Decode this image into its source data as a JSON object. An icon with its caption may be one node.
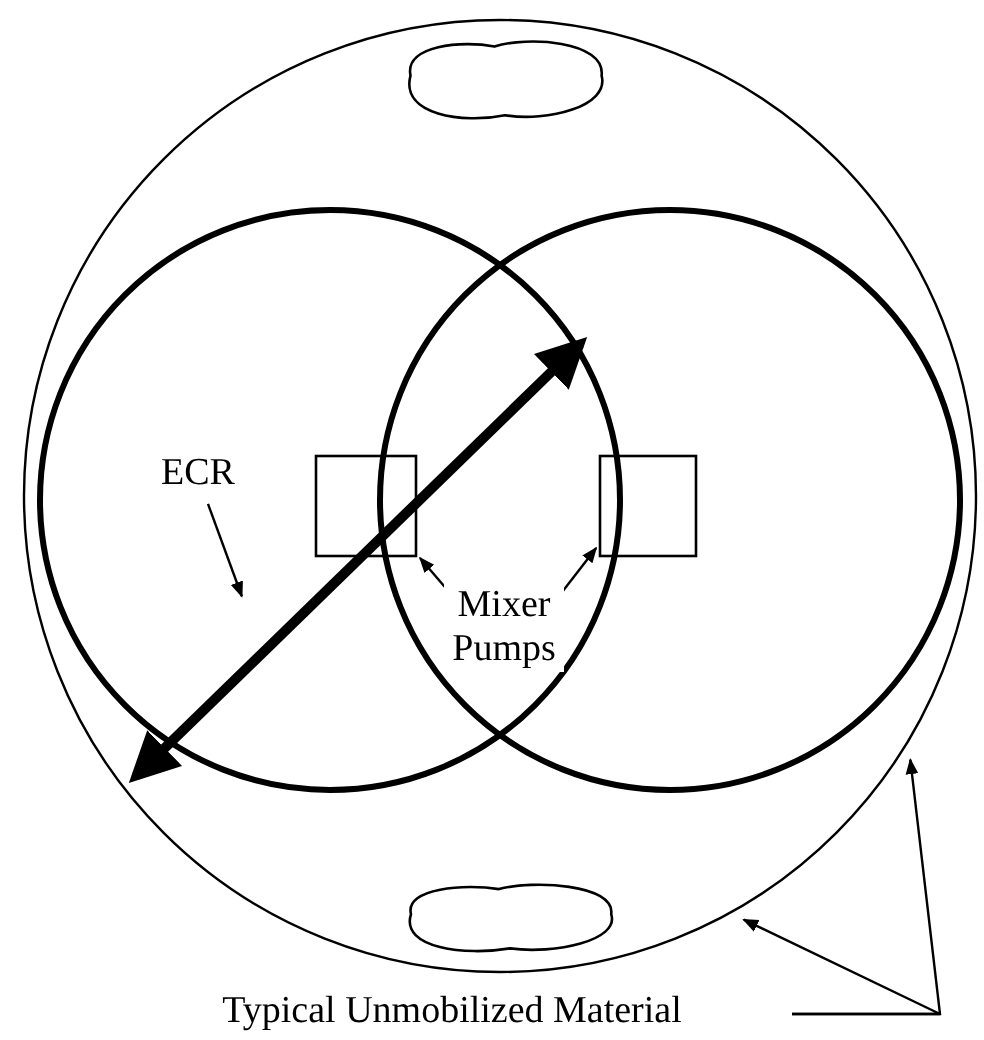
{
  "diagram": {
    "nodes": [
      {
        "text": [],
        "shape": "circle"
      },
      {
        "text": [],
        "shape": "cloud",
        "in": 0
      },
      {
        "text": [],
        "shape": "circle",
        "in": 0
      },
      {
        "text": [],
        "shape": "circle",
        "in": 0
      },
      {
        "text": [
          "ECR"
        ],
        "in": 2
      },
      {
        "text": [],
        "shape": "box",
        "in": 2
      },
      {
        "text": [],
        "shape": "box",
        "in": 3
      },
      {
        "text": [
          "Mixer Pumps"
        ]
      },
      {
        "text": [],
        "shape": "cloud",
        "in": 0
      },
      {
        "text": [
          "Typical Unmobilized Material"
        ]
      }
    ],
    "edges": [
      {
        "from": 4,
        "to": 2,
        "arrow": "to"
      },
      {
        "from": 7,
        "to": 5,
        "arrow": "to"
      },
      {
        "from": 7,
        "to": 6,
        "arrow": "to"
      },
      {
        "from": 9,
        "to": 0,
        "arrow": "to"
      },
      {
        "from": 9,
        "to": 0,
        "arrow": "to"
      }
    ]
  }
}
